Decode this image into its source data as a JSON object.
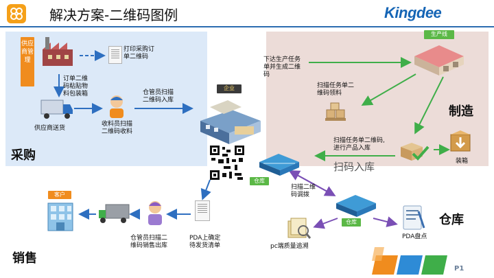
{
  "header": {
    "title": "解决方案-二维码图例",
    "brand": "Kingdee"
  },
  "sections": {
    "purchase": "采购",
    "manufacture": "制造",
    "warehouse": "仓库",
    "sales": "销售"
  },
  "tags": {
    "supplier": "供应商管理",
    "enterprise": "企业",
    "production_line": "生产线",
    "warehouse_top": "仓库",
    "warehouse_bottom": "仓库",
    "customer": "客户"
  },
  "captions": {
    "print_po": "打印采购订\n单二维码",
    "order_label": "订单二维\n码粘贴物\n料包装箱",
    "supplier_delivery": "供应商送货",
    "receiver_scan": "收料员扫描\n二维码收料",
    "keeper_scan_in": "仓管员扫描\n二维码入库",
    "issue_task": "下达生产任务\n单并生成二维\n码",
    "scan_pick": "扫描任务单二\n维码领料",
    "scan_task_in": "扫描任务单二维码,\n进行产品入库",
    "scan_in_hand": "扫码入库",
    "packing": "装箱",
    "scan_transfer": "扫描二维\n码调拨",
    "pc_trace": "pc端质量追溯",
    "pda_inventory": "PDA盘点",
    "pda_confirm": "PDA上确定\n待发货清单",
    "keeper_scan_out": "仓管员扫描二\n维码销售出库"
  },
  "footer": {
    "page": "P1"
  },
  "colors": {
    "blue_arrow": "#2e6fc0",
    "green_arrow": "#3fae49",
    "purple_arrow": "#7a4fb5",
    "supplier_tag": "#f08c1e",
    "green_tag": "#5bb846",
    "dark_tag": "#3a3a3a"
  }
}
